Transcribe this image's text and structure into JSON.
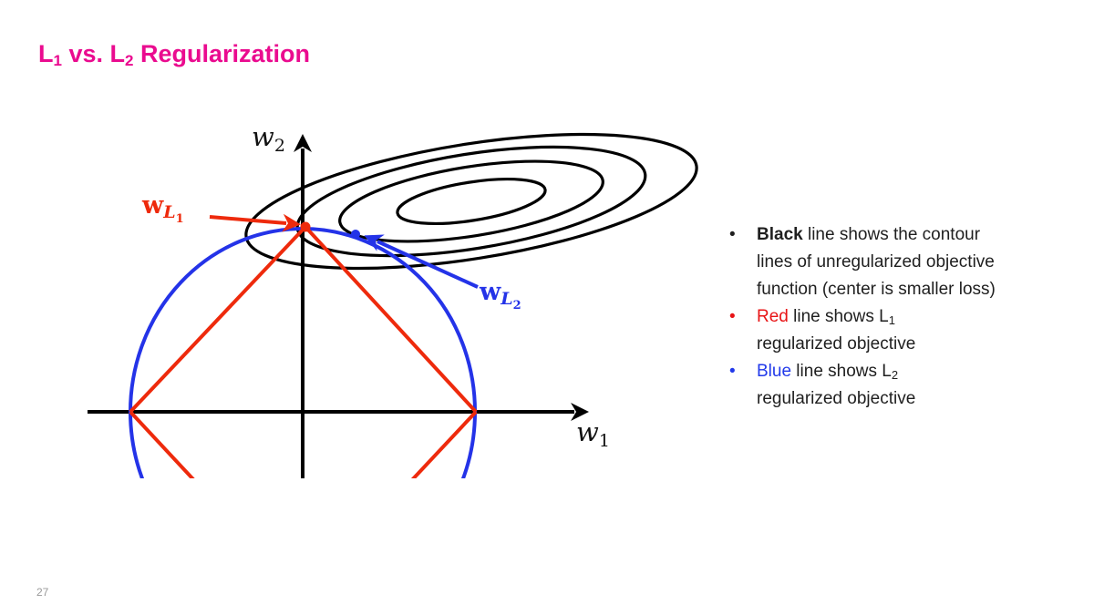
{
  "slide": {
    "title": {
      "l1": "L",
      "l1_sub": "1",
      "mid": " vs. L",
      "l2_sub": "2",
      "tail": " Regularization",
      "color": "#ea0b8f"
    },
    "page_number": "27"
  },
  "diagram": {
    "x_axis_label": {
      "base": "w",
      "sub": "1"
    },
    "y_axis_label": {
      "base": "w",
      "sub": "2"
    },
    "l1_solution_label": {
      "base": "w",
      "sub_letter": "L",
      "sub_index": "1"
    },
    "l2_solution_label": {
      "base": "w",
      "sub_letter": "L",
      "sub_index": "2"
    },
    "colors": {
      "contour": "#000000",
      "axis": "#000000",
      "l1": "#ee2a0c",
      "l2": "#2433e8"
    }
  },
  "bullets": {
    "glyph": "•",
    "items": [
      {
        "keyword": "Black",
        "keyword_color": "#1f1f1f",
        "marker_color": "#1f1f1f",
        "pre": " line shows the contour lines of unregularized objective function (center is smaller loss)",
        "sub": "",
        "post": ""
      },
      {
        "keyword": "Red",
        "keyword_color": "#e81416",
        "marker_color": "#e81416",
        "pre": " line shows L",
        "sub": "1",
        "post": "regularized objective"
      },
      {
        "keyword": "Blue",
        "keyword_color": "#2139ea",
        "marker_color": "#2139ea",
        "pre": " line shows L",
        "sub": "2",
        "post": "regularized objective"
      }
    ]
  }
}
